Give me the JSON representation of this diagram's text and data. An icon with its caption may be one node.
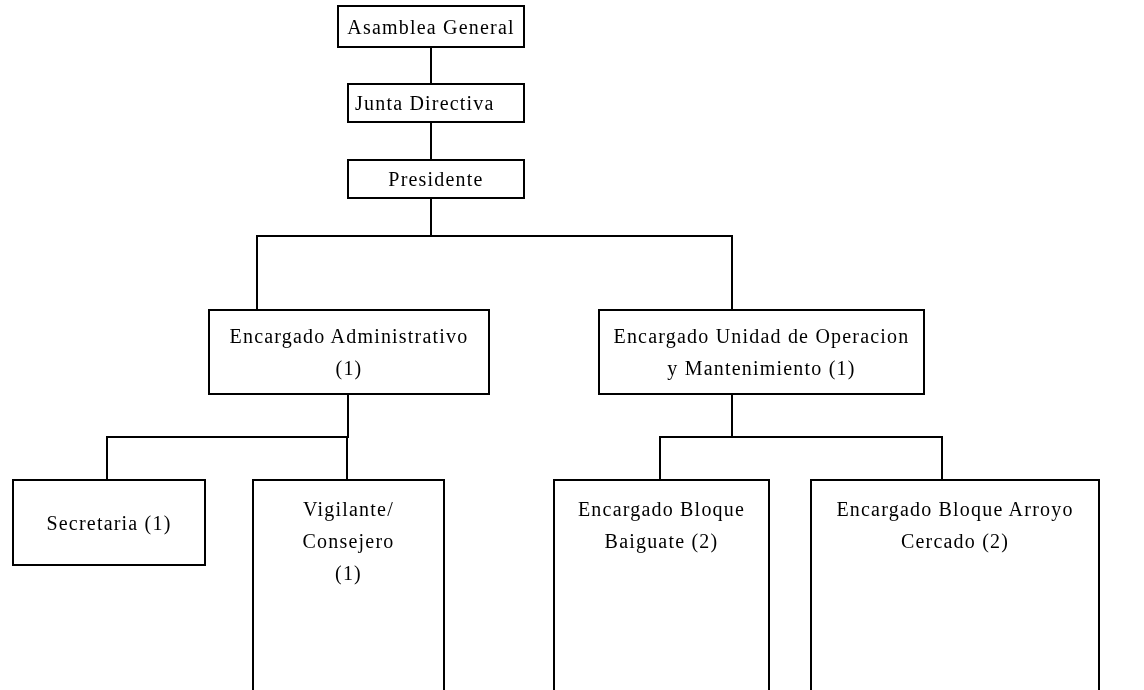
{
  "diagram": {
    "nodes": [
      {
        "text": [
          "Asamblea General"
        ]
      },
      {
        "text": [
          "Junta Directiva"
        ]
      },
      {
        "text": [
          "Presidente"
        ]
      },
      {
        "text": [
          "Encargado Administrativo (1)"
        ]
      },
      {
        "text": [
          "Encargado Unidad de Operacion y Mantenimiento (1)"
        ]
      },
      {
        "text": [
          "Secretaria (1)"
        ]
      },
      {
        "text": [
          "Vigilante/ Consejero (1)"
        ]
      },
      {
        "text": [
          "Encargado Bloque Baiguate (2)"
        ]
      },
      {
        "text": [
          "Encargado Bloque Arroyo Cercado (2)"
        ]
      }
    ],
    "edges": [
      {
        "from": 0,
        "to": 1,
        "arrow": "none"
      },
      {
        "from": 1,
        "to": 2,
        "arrow": "none"
      },
      {
        "from": 2,
        "to": 3,
        "arrow": "none"
      },
      {
        "from": 2,
        "to": 4,
        "arrow": "none"
      },
      {
        "from": 3,
        "to": 5,
        "arrow": "none"
      },
      {
        "from": 3,
        "to": 6,
        "arrow": "none"
      },
      {
        "from": 4,
        "to": 7,
        "arrow": "none"
      },
      {
        "from": 4,
        "to": 8,
        "arrow": "none"
      }
    ]
  }
}
